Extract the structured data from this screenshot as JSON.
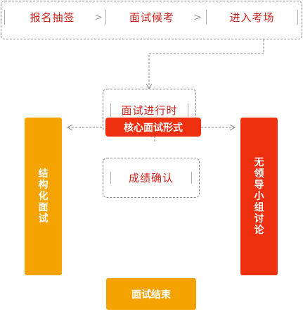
{
  "top_steps": [
    {
      "label": "报名抽签"
    },
    {
      "label": "面试候考"
    },
    {
      "label": "进入考场"
    }
  ],
  "interview_process": {
    "label": "面试进行时"
  },
  "core_form": {
    "label": "核心面试形式"
  },
  "left_form": {
    "label": "结构化面试"
  },
  "right_form": {
    "label": "无领导小组讨论"
  },
  "result_confirm": {
    "label": "成绩确认"
  },
  "interview_end": {
    "label": "面试结束"
  },
  "colors": {
    "orange": "#f5a300",
    "red": "#ee2f10",
    "text_red": "#d0211c",
    "dash_gray": "#8a8a8a"
  }
}
